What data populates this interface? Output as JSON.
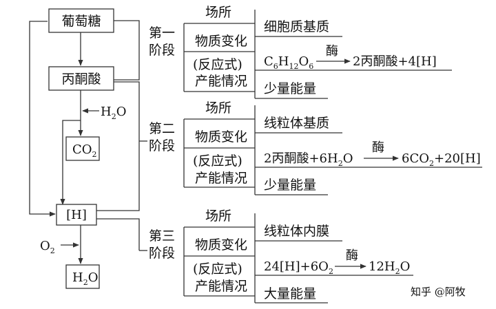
{
  "boxes": {
    "glucose": "葡萄糖",
    "pyruvate": "丙酮酸",
    "co2": "CO",
    "co2_sub": "2",
    "h": "[H]",
    "h2o_h": "H",
    "h2o_sub": "2",
    "h2o_o": "O"
  },
  "inputs": {
    "h2o_h": "H",
    "h2o_sub": "2",
    "h2o_o": "O",
    "o2": "O",
    "o2_sub": "2"
  },
  "row_labels": {
    "location": "场所",
    "change_1": "物质变化",
    "change_2": "(反应式)",
    "energy": "产能情况"
  },
  "stages": [
    {
      "label_1": "第一",
      "label_2": "阶段",
      "location": "细胞质基质",
      "reactant_parts": [
        "C",
        "6",
        "H",
        "12",
        "O",
        "6"
      ],
      "enzyme": "酶",
      "product": "2丙酮酸+4[H]",
      "energy": "少量能量"
    },
    {
      "label_1": "第二",
      "label_2": "阶段",
      "location": "线粒体基质",
      "reactant_a": "2丙酮酸+6H",
      "reactant_sub": "2",
      "reactant_b": "O",
      "enzyme": "酶",
      "product_a": "6CO",
      "product_sub": "2",
      "product_b": "+20[H]",
      "energy": "少量能量"
    },
    {
      "label_1": "第三",
      "label_2": "阶段",
      "location": "线粒体内膜",
      "reactant_a": "24[H]+6O",
      "reactant_sub": "2",
      "enzyme": "酶",
      "product_a": "12H",
      "product_sub": "2",
      "product_b": "O",
      "energy": "大量能量"
    }
  ],
  "watermark": "知乎 @阿牧"
}
